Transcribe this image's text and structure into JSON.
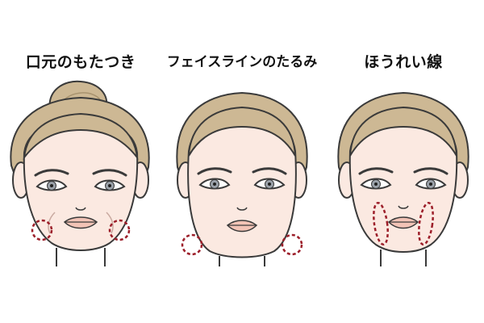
{
  "panels": [
    {
      "caption": "口元のもたつき",
      "face_icon": "face-with-sagging-mouth-corners-illustration",
      "hair": "bun"
    },
    {
      "caption": "フェイスラインのたるみ",
      "face_icon": "face-with-sagging-jawline-illustration",
      "hair": "short"
    },
    {
      "caption": "ほうれい線",
      "face_icon": "face-with-nasolabial-folds-illustration",
      "hair": "short"
    }
  ],
  "colors": {
    "skin": "#fbe9e1",
    "hair": "#cdb894",
    "outline": "#3a3a3a",
    "highlight_dash": "#9c1f2a",
    "lips": "#f2c3b6",
    "iris": "#9aa1a9"
  }
}
